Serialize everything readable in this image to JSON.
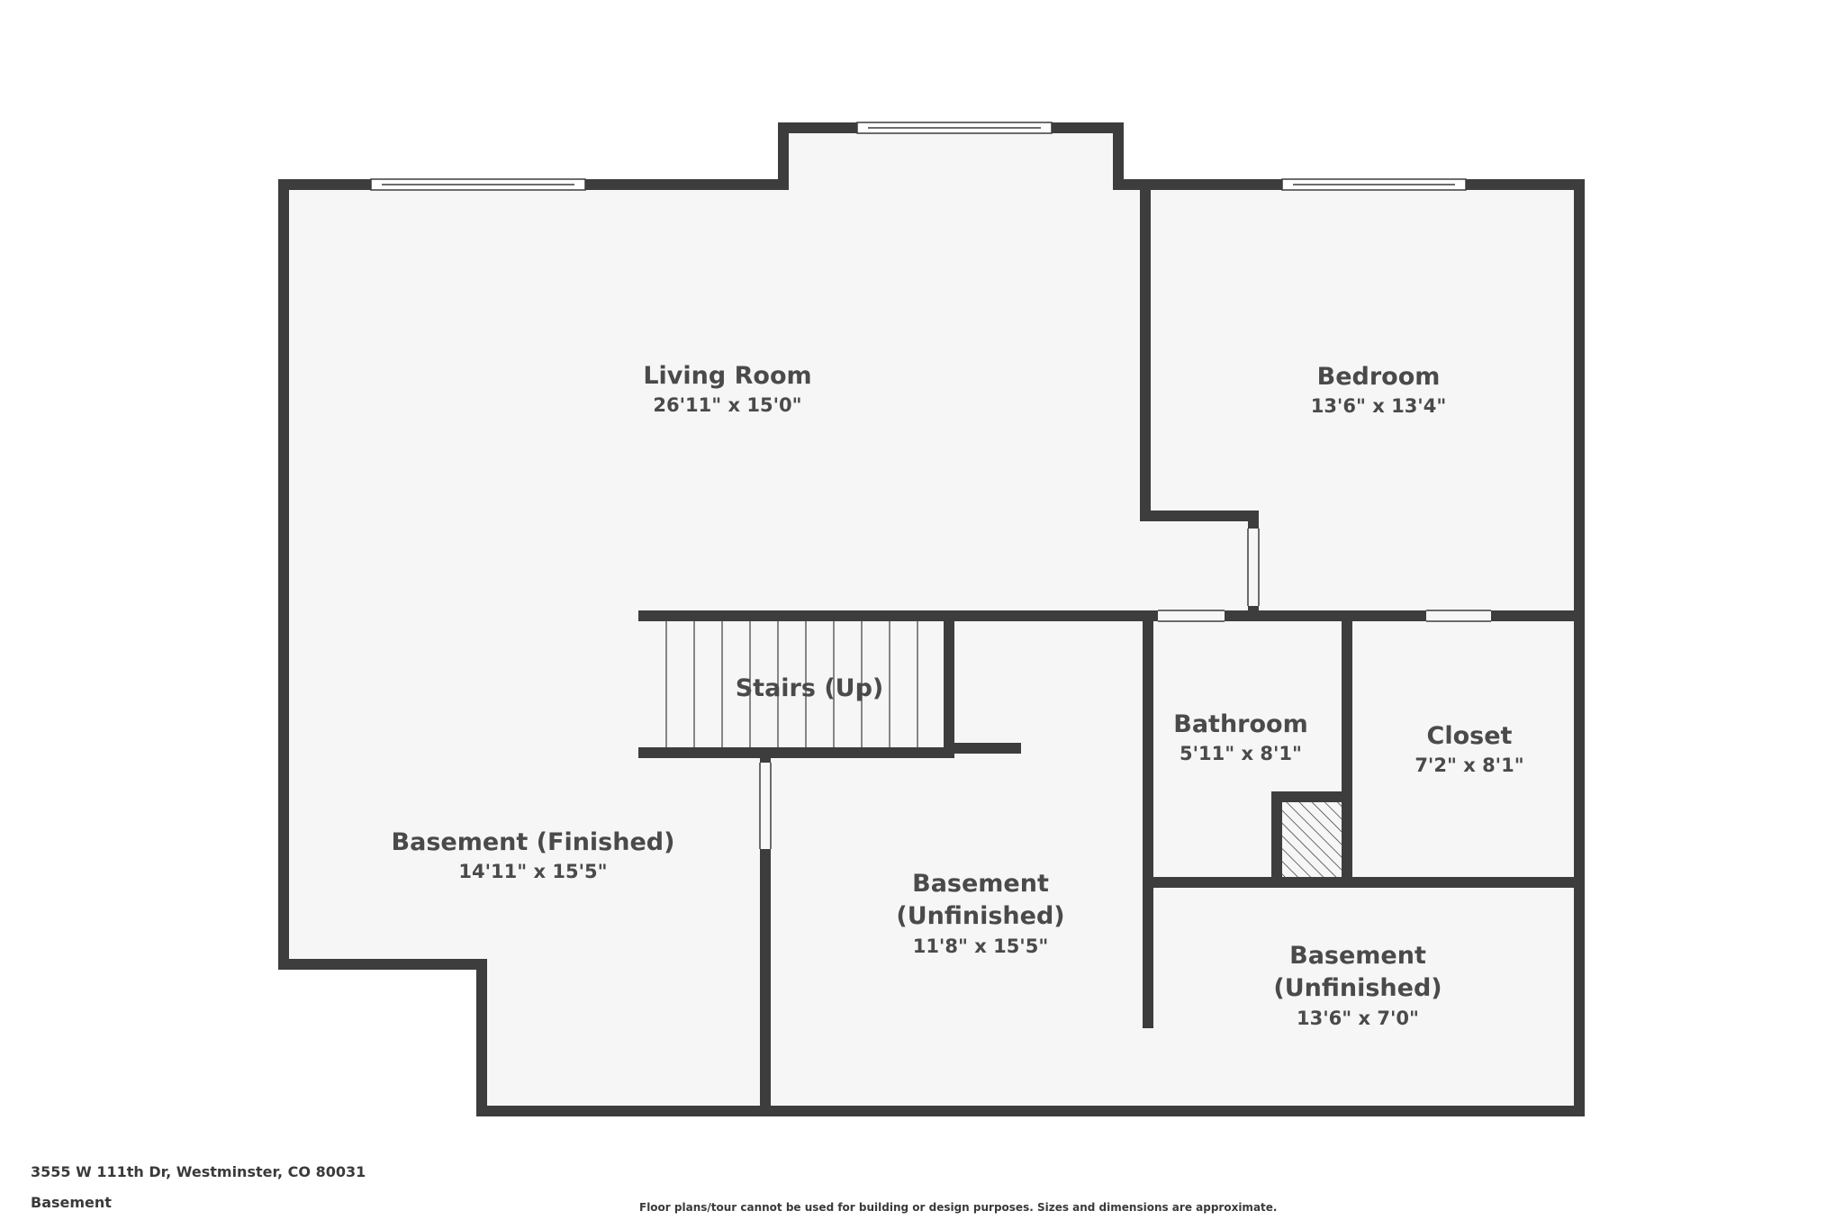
{
  "rooms": {
    "living_room": {
      "name": "Living Room",
      "dims": "26'11\" x 15'0\""
    },
    "bedroom": {
      "name": "Bedroom",
      "dims": "13'6\" x 13'4\""
    },
    "stairs": {
      "name": "Stairs (Up)"
    },
    "bathroom": {
      "name": "Bathroom",
      "dims": "5'11\" x 8'1\""
    },
    "closet": {
      "name": "Closet",
      "dims": "7'2\" x 8'1\""
    },
    "basement_finished": {
      "name": "Basement (Finished)",
      "dims": "14'11\" x 15'5\""
    },
    "basement_unfinished_center": {
      "name_line1": "Basement",
      "name_line2": "(Unfinished)",
      "dims": "11'8\" x 15'5\""
    },
    "basement_unfinished_right": {
      "name_line1": "Basement",
      "name_line2": "(Unfinished)",
      "dims": "13'6\" x 7'0\""
    }
  },
  "footer": {
    "address": "3555 W 111th Dr, Westminster, CO 80031",
    "level": "Basement",
    "disclaimer": "Floor plans/tour cannot be used for building or design purposes. Sizes and dimensions are approximate."
  },
  "colors": {
    "wall": "#3d3d3d",
    "floor": "#f6f6f6",
    "background": "#ffffff",
    "text": "#4a4a4a"
  }
}
